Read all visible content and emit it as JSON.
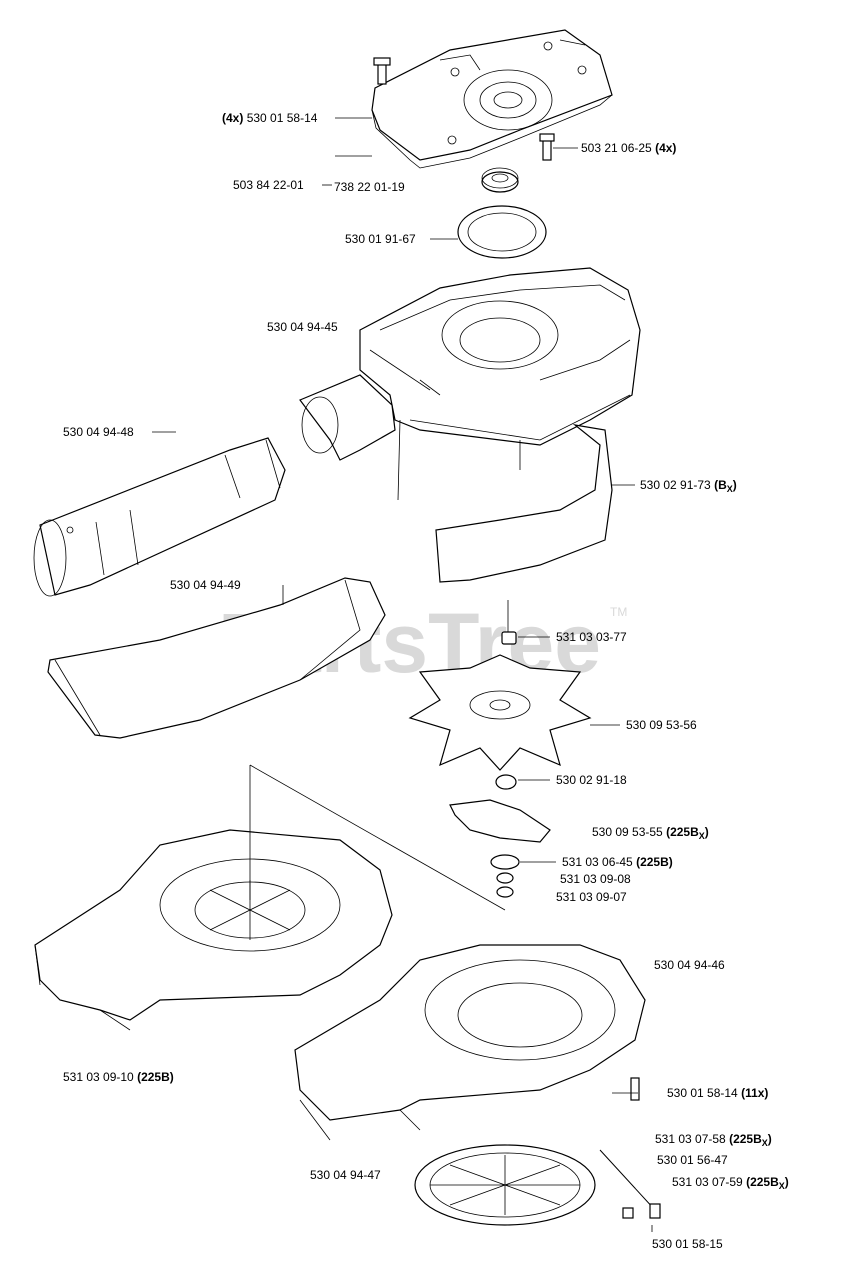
{
  "watermark": {
    "text": "PartsTree",
    "trademark": "TM"
  },
  "labels": [
    {
      "prefix": "(4x)",
      "part": "530 01 58-14",
      "suffix": ""
    },
    {
      "prefix": "",
      "part": "503 21 06-25",
      "suffix": "(4x)"
    },
    {
      "prefix": "",
      "part": "503 84 22-01",
      "suffix": ""
    },
    {
      "prefix": "",
      "part": "738 22 01-19",
      "suffix": ""
    },
    {
      "prefix": "",
      "part": "530 01 91-67",
      "suffix": ""
    },
    {
      "prefix": "",
      "part": "530 04 94-45",
      "suffix": ""
    },
    {
      "prefix": "",
      "part": "530 04 94-48",
      "suffix": ""
    },
    {
      "prefix": "",
      "part": "530 02 91-73",
      "suffix": "(B",
      "sub": "X",
      "close": ")"
    },
    {
      "prefix": "",
      "part": "530 04 94-49",
      "suffix": ""
    },
    {
      "prefix": "",
      "part": "531 03 03-77",
      "suffix": ""
    },
    {
      "prefix": "",
      "part": "530 09 53-56",
      "suffix": ""
    },
    {
      "prefix": "",
      "part": "530 02 91-18",
      "suffix": ""
    },
    {
      "prefix": "",
      "part": "530 09 53-55",
      "suffix": "(225B",
      "sub": "X",
      "close": ")"
    },
    {
      "prefix": "",
      "part": "531 03 06-45",
      "suffix": "(225B)"
    },
    {
      "prefix": "",
      "part": "531 03 09-08",
      "suffix": ""
    },
    {
      "prefix": "",
      "part": "531 03 09-07",
      "suffix": ""
    },
    {
      "prefix": "",
      "part": "530 04 94-46",
      "suffix": ""
    },
    {
      "prefix": "",
      "part": "531 03 09-10",
      "suffix": "(225B)"
    },
    {
      "prefix": "",
      "part": "530 01 58-14",
      "suffix": "(11x)"
    },
    {
      "prefix": "",
      "part": "531 03 07-58",
      "suffix": "(225B",
      "sub": "X",
      "close": ")"
    },
    {
      "prefix": "",
      "part": "530 01 56-47",
      "suffix": ""
    },
    {
      "prefix": "",
      "part": "530 04 94-47",
      "suffix": ""
    },
    {
      "prefix": "",
      "part": "531 03 07-59",
      "suffix": "(225B",
      "sub": "X",
      "close": ")"
    },
    {
      "prefix": "",
      "part": "530 01 58-15",
      "suffix": ""
    }
  ]
}
